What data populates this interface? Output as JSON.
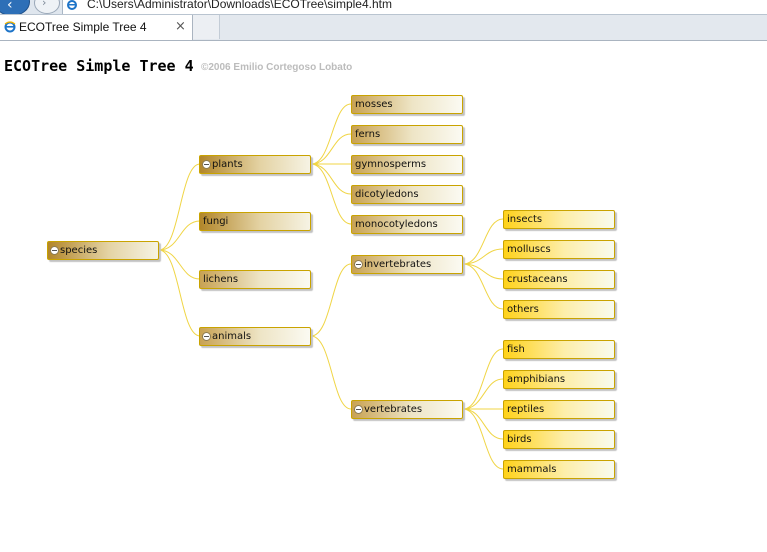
{
  "browser": {
    "address": "C:\\Users\\Administrator\\Downloads\\ECOTree\\simple4.htm",
    "tab_title": "ECOTree Simple Tree 4",
    "tab_close": "×"
  },
  "page": {
    "title": "ECOTree Simple Tree 4",
    "credit": "©2006 Emilio Cortegoso Lobato"
  },
  "colors": {
    "node_border": "#c9a300",
    "connector": "#f0d545",
    "gold_start": "#ffd21b",
    "brown_start": "#b2862a"
  },
  "tree": {
    "species": "species",
    "plants": "plants",
    "mosses": "mosses",
    "ferns": "ferns",
    "gymnosperms": "gymnosperms",
    "dicotyledons": "dicotyledons",
    "monocotyledons": "monocotyledons",
    "fungi": "fungi",
    "lichens": "lichens",
    "animals": "animals",
    "invertebrates": "invertebrates",
    "insects": "insects",
    "molluscs": "molluscs",
    "crustaceans": "crustaceans",
    "others": "others",
    "vertebrates": "vertebrates",
    "fish": "fish",
    "amphibians": "amphibians",
    "reptiles": "reptiles",
    "birds": "birds",
    "mammals": "mammals"
  }
}
